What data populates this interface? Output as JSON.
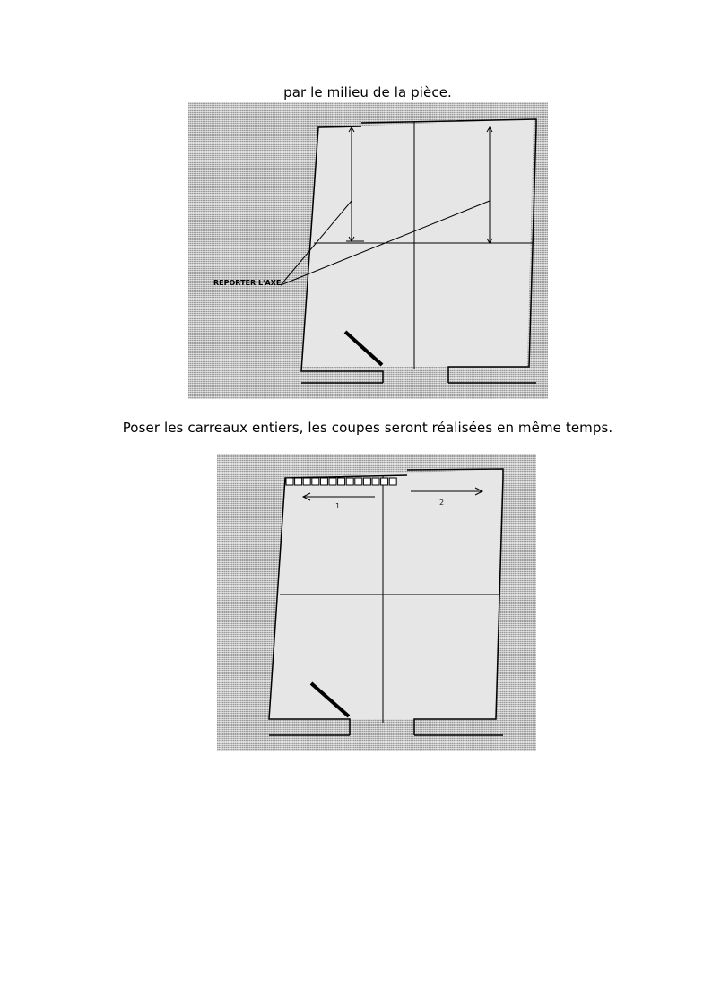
{
  "captions": {
    "first": "par le milieu de la pièce.",
    "second": "Poser les carreaux entiers, les coupes seront réalisées en même temps."
  },
  "figure1": {
    "label": "REPORTER L'AXE"
  },
  "figure2": {
    "direction_left_label": "1",
    "direction_right_label": "2",
    "tile_count": 13
  }
}
